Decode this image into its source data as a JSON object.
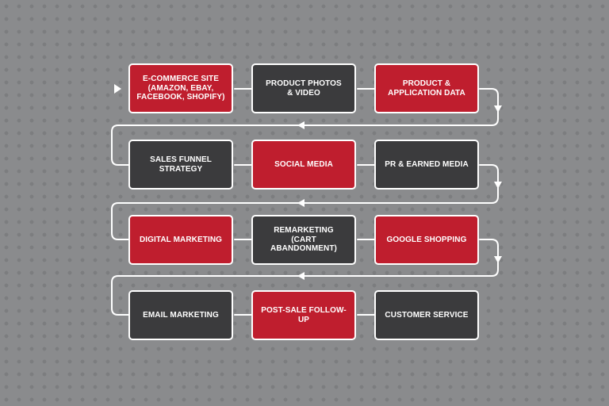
{
  "flow": {
    "rows": [
      [
        {
          "label": "E-COMMERCE SITE\n(AMAZON, EBAY,\nFACEBOOK, SHOPIFY)",
          "color": "red"
        },
        {
          "label": "PRODUCT PHOTOS\n& VIDEO",
          "color": "dark"
        },
        {
          "label": "PRODUCT &\nAPPLICATION DATA",
          "color": "red"
        }
      ],
      [
        {
          "label": "SALES FUNNEL\nSTRATEGY",
          "color": "dark"
        },
        {
          "label": "SOCIAL MEDIA",
          "color": "red"
        },
        {
          "label": "PR & EARNED MEDIA",
          "color": "dark"
        }
      ],
      [
        {
          "label": "DIGITAL MARKETING",
          "color": "red"
        },
        {
          "label": "REMARKETING\n(CART ABANDONMENT)",
          "color": "dark"
        },
        {
          "label": "GOOGLE SHOPPING",
          "color": "red"
        }
      ],
      [
        {
          "label": "EMAIL MARKETING",
          "color": "dark"
        },
        {
          "label": "POST-SALE FOLLOW-UP",
          "color": "red"
        },
        {
          "label": "CUSTOMER SERVICE",
          "color": "dark"
        }
      ]
    ]
  },
  "colors": {
    "background": "#8a8b8d",
    "red": "#bf1e2e",
    "dark": "#3b3b3d",
    "line": "#ffffff"
  }
}
